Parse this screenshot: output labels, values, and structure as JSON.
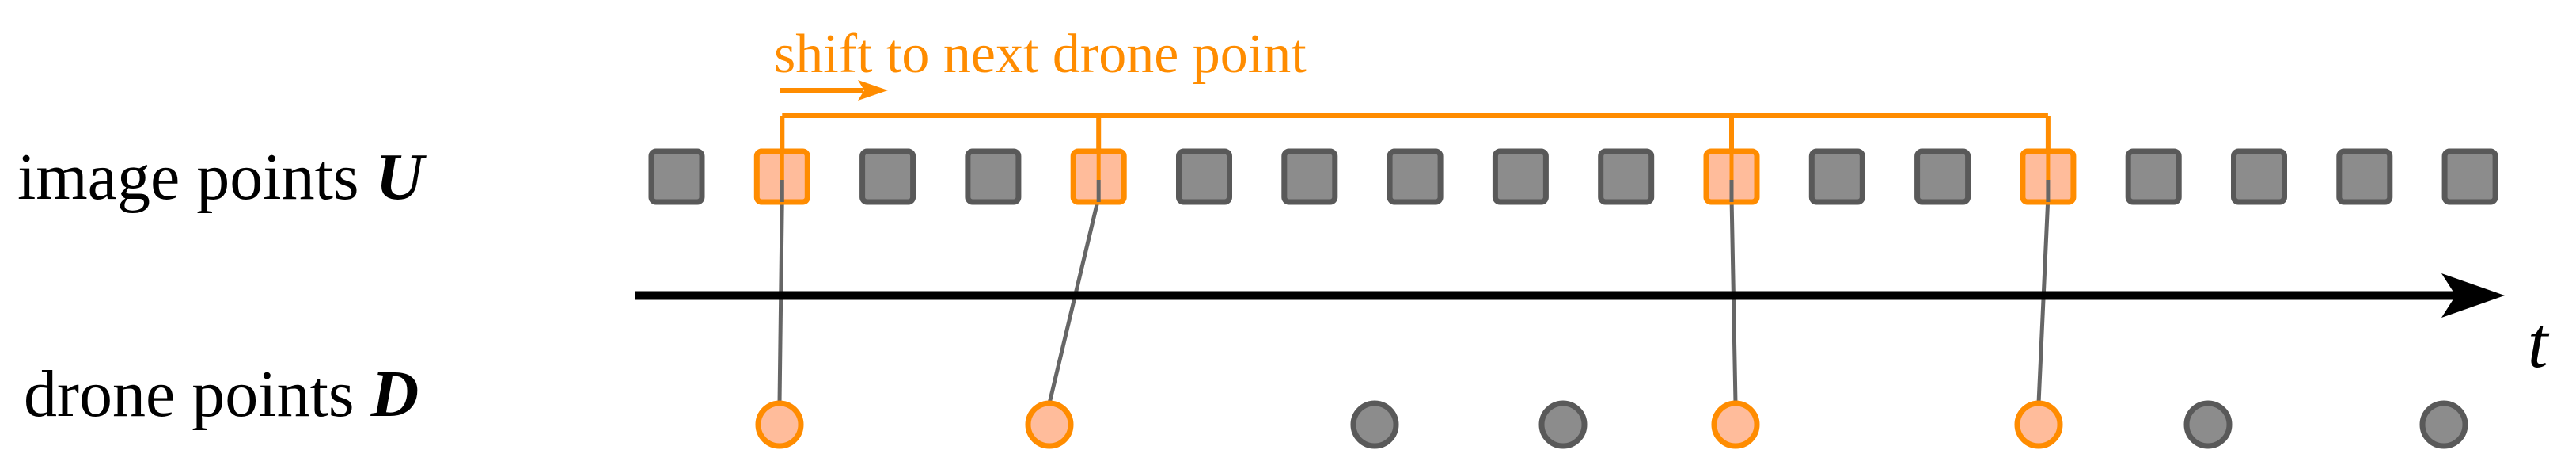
{
  "labels": {
    "image_points_prefix": "image points",
    "image_points_symbol": "U",
    "drone_points_prefix": "drone points",
    "drone_points_symbol": "D",
    "shift_caption": "shift to next drone point",
    "time_axis": "t"
  },
  "colors": {
    "gray_fill": "#8c8c8c",
    "gray_stroke": "#595959",
    "orange_fill": "#ffbc9b",
    "orange_stroke": "#ff8c00",
    "connector": "#666666",
    "axis": "#000000"
  },
  "image_points": {
    "count": 18,
    "highlighted": [
      1,
      4,
      10,
      13
    ]
  },
  "drone_points": [
    {
      "highlighted": true,
      "linked_image_point": 1
    },
    {
      "highlighted": true,
      "linked_image_point": 4
    },
    {
      "highlighted": false,
      "linked_image_point": null
    },
    {
      "highlighted": false,
      "linked_image_point": null
    },
    {
      "highlighted": true,
      "linked_image_point": 10
    },
    {
      "highlighted": true,
      "linked_image_point": 13
    },
    {
      "highlighted": false,
      "linked_image_point": null
    },
    {
      "highlighted": false,
      "linked_image_point": null
    }
  ]
}
